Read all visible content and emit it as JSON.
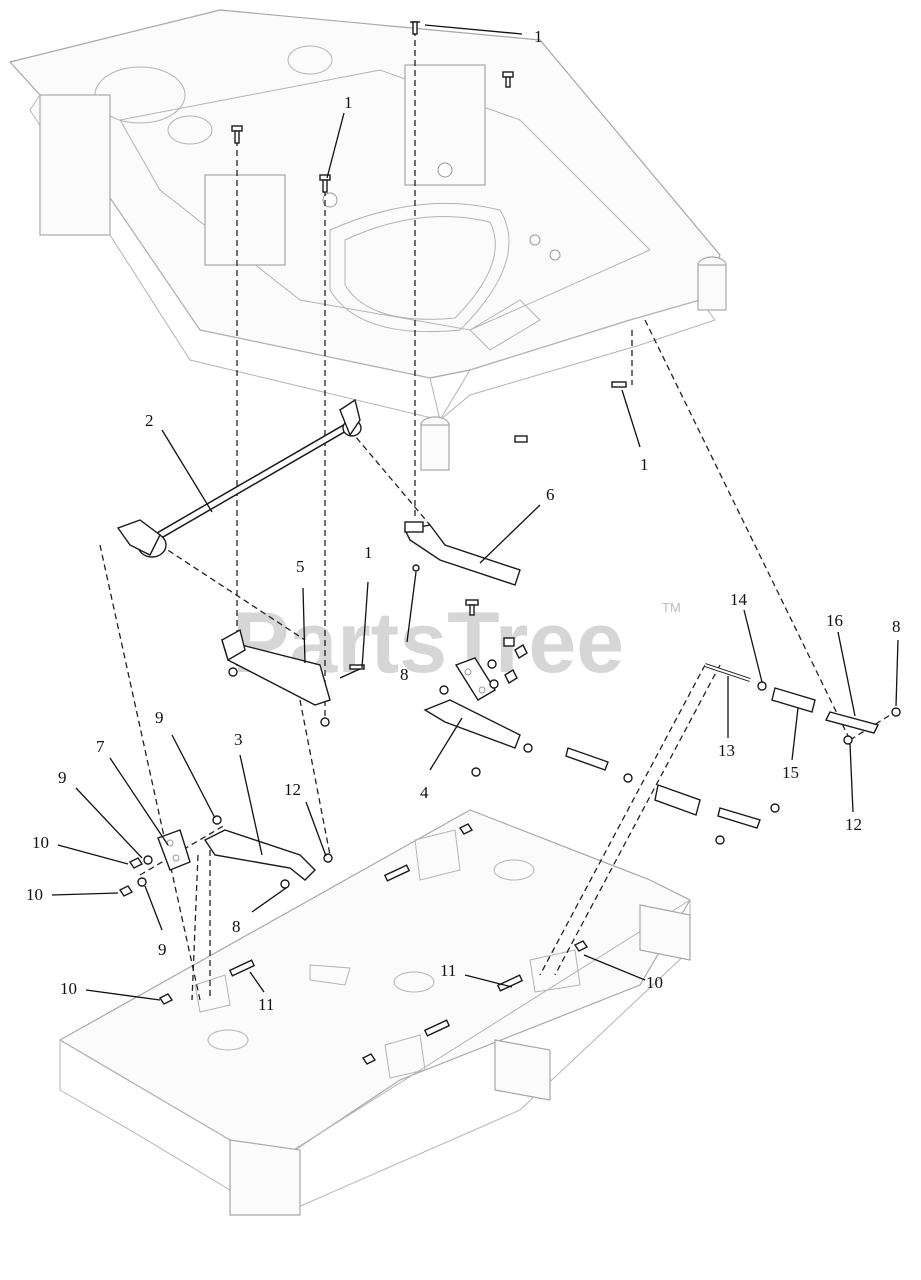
{
  "watermark": {
    "text": "PartsTree",
    "trademark": "TM"
  },
  "callouts": [
    {
      "id": "c1a",
      "text": "1"
    },
    {
      "id": "c1b",
      "text": "1"
    },
    {
      "id": "c1c",
      "text": "1"
    },
    {
      "id": "c1d",
      "text": "1"
    },
    {
      "id": "c2",
      "text": "2"
    },
    {
      "id": "c3",
      "text": "3"
    },
    {
      "id": "c4",
      "text": "4"
    },
    {
      "id": "c5",
      "text": "5"
    },
    {
      "id": "c6",
      "text": "6"
    },
    {
      "id": "c7",
      "text": "7"
    },
    {
      "id": "c8a",
      "text": "8"
    },
    {
      "id": "c8b",
      "text": "8"
    },
    {
      "id": "c8c",
      "text": "8"
    },
    {
      "id": "c9a",
      "text": "9"
    },
    {
      "id": "c9b",
      "text": "9"
    },
    {
      "id": "c9c",
      "text": "9"
    },
    {
      "id": "c10a",
      "text": "10"
    },
    {
      "id": "c10b",
      "text": "10"
    },
    {
      "id": "c10c",
      "text": "10"
    },
    {
      "id": "c10d",
      "text": "10"
    },
    {
      "id": "c11a",
      "text": "11"
    },
    {
      "id": "c11b",
      "text": "11"
    },
    {
      "id": "c12a",
      "text": "12"
    },
    {
      "id": "c12b",
      "text": "12"
    },
    {
      "id": "c13",
      "text": "13"
    },
    {
      "id": "c14",
      "text": "14"
    },
    {
      "id": "c15",
      "text": "15"
    },
    {
      "id": "c16",
      "text": "16"
    }
  ]
}
